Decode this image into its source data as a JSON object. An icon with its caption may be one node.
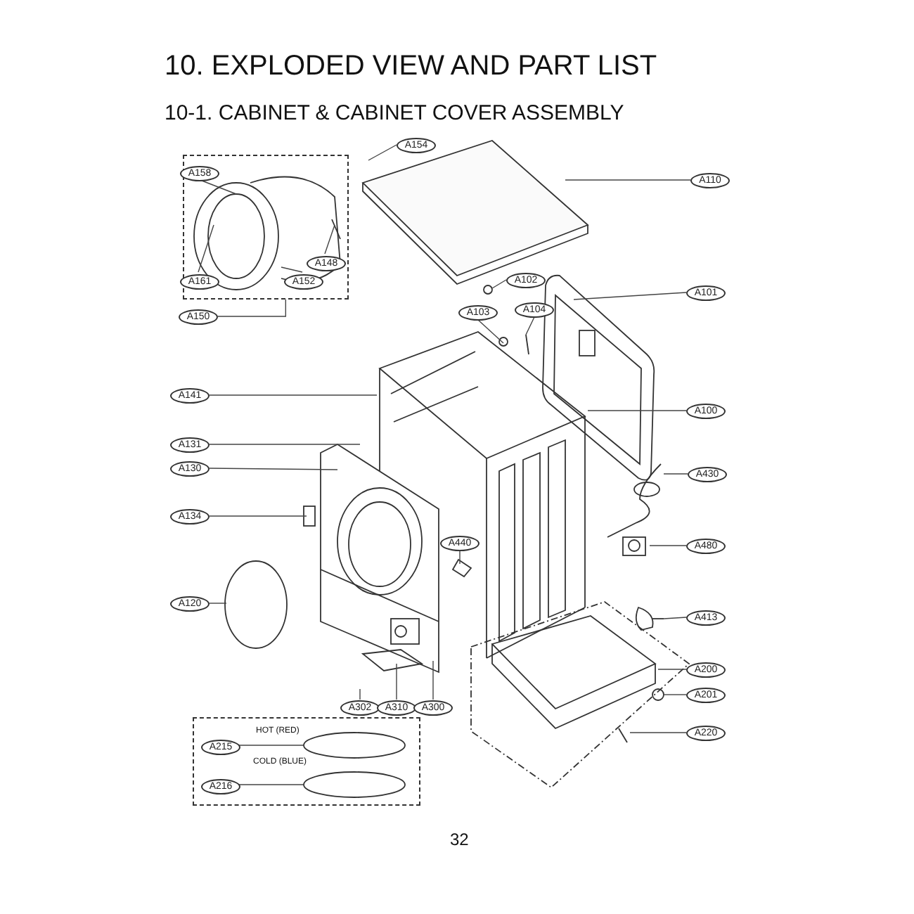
{
  "diagram": {
    "title": "10. EXPLODED VIEW AND PART LIST",
    "nodes": [
      {
        "text": [],
        "shape": "box"
      },
      {
        "text": [
          "A158"
        ],
        "in": 0
      },
      {
        "text": [
          "A154"
        ]
      },
      {
        "text": [
          "A161"
        ],
        "in": 0
      },
      {
        "text": [
          "A152"
        ],
        "in": 0
      },
      {
        "text": [
          "A148"
        ],
        "in": 0
      },
      {
        "text": [
          "A150"
        ]
      },
      {
        "text": [
          "A110"
        ]
      },
      {
        "text": [
          "A101"
        ]
      },
      {
        "text": [
          "A102"
        ]
      },
      {
        "text": [
          "A104"
        ]
      },
      {
        "text": [
          "A103"
        ]
      },
      {
        "text": [
          "A141"
        ]
      },
      {
        "text": [
          "A100"
        ]
      },
      {
        "text": [
          "A131"
        ]
      },
      {
        "text": [
          "A130"
        ]
      },
      {
        "text": [
          "A430"
        ]
      },
      {
        "text": [
          "A134"
        ]
      },
      {
        "text": [
          "A440"
        ]
      },
      {
        "text": [
          "A480"
        ]
      },
      {
        "text": [
          "A120"
        ]
      },
      {
        "text": [
          "A413"
        ]
      },
      {
        "text": [
          "A200"
        ]
      },
      {
        "text": [
          "A201"
        ]
      },
      {
        "text": [
          "A302"
        ]
      },
      {
        "text": [
          "A310"
        ]
      },
      {
        "text": [
          "A300"
        ]
      },
      {
        "text": [
          "A220"
        ]
      },
      {
        "text": [],
        "shape": "box"
      },
      {
        "text": [
          "A215"
        ],
        "in": 28
      },
      {
        "text": [
          "A216"
        ],
        "in": 28
      }
    ],
    "edges": [
      {
        "from": 1,
        "to": null,
        "arrow": "none"
      },
      {
        "from": 2,
        "to": null,
        "arrow": "none"
      },
      {
        "from": 3,
        "to": null,
        "arrow": "none"
      },
      {
        "from": 4,
        "to": null,
        "arrow": "none"
      },
      {
        "from": 5,
        "to": null,
        "arrow": "none"
      },
      {
        "from": 6,
        "to": 0,
        "arrow": "none"
      },
      {
        "from": 7,
        "to": null,
        "arrow": "none"
      },
      {
        "from": 8,
        "to": null,
        "arrow": "none"
      },
      {
        "from": 9,
        "to": null,
        "arrow": "none"
      },
      {
        "from": 10,
        "to": null,
        "arrow": "none"
      },
      {
        "from": 11,
        "to": null,
        "arrow": "none"
      },
      {
        "from": 12,
        "to": null,
        "arrow": "none"
      },
      {
        "from": 13,
        "to": null,
        "arrow": "none"
      },
      {
        "from": 14,
        "to": null,
        "arrow": "none"
      },
      {
        "from": 15,
        "to": null,
        "arrow": "none"
      },
      {
        "from": 16,
        "to": null,
        "arrow": "none"
      },
      {
        "from": 17,
        "to": null,
        "arrow": "none"
      },
      {
        "from": 18,
        "to": null,
        "arrow": "none"
      },
      {
        "from": 19,
        "to": null,
        "arrow": "none"
      },
      {
        "from": 20,
        "to": null,
        "arrow": "none"
      },
      {
        "from": 21,
        "to": null,
        "arrow": "none"
      },
      {
        "from": 22,
        "to": null,
        "arrow": "none"
      },
      {
        "from": 23,
        "to": null,
        "arrow": "none"
      },
      {
        "from": 24,
        "to": null,
        "arrow": "none"
      },
      {
        "from": 25,
        "to": null,
        "arrow": "none"
      },
      {
        "from": 26,
        "to": null,
        "arrow": "none"
      },
      {
        "from": 27,
        "to": null,
        "arrow": "none"
      },
      {
        "from": 29,
        "to": null,
        "arrow": "none"
      },
      {
        "from": 30,
        "to": null,
        "arrow": "none"
      }
    ],
    "labels": [
      "10-1. CABINET & CABINET COVER ASSEMBLY",
      "HOT (RED)",
      "COLD (BLUE)",
      "32"
    ]
  }
}
